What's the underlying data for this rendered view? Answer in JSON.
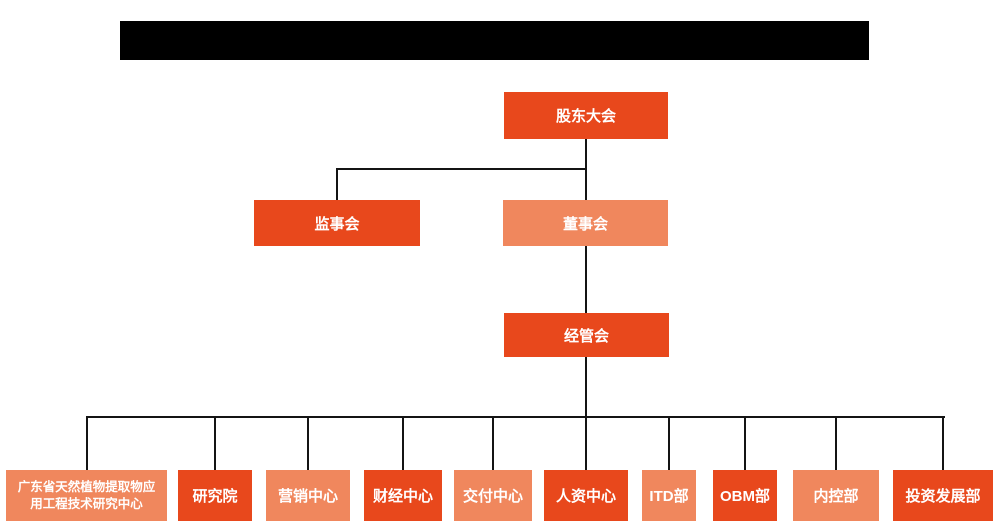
{
  "title_bar": {
    "redacted": true
  },
  "org": {
    "shareholders": {
      "label": "股东大会"
    },
    "supervisory": {
      "label": "监事会"
    },
    "board": {
      "label": "董事会"
    },
    "management": {
      "label": "经管会"
    }
  },
  "departments": {
    "items": [
      {
        "label": "广东省天然植物提取物应\n用工程技术研究中心",
        "tone": "light"
      },
      {
        "label": "研究院",
        "tone": "dark"
      },
      {
        "label": "营销中心",
        "tone": "light"
      },
      {
        "label": "财经中心",
        "tone": "dark"
      },
      {
        "label": "交付中心",
        "tone": "light"
      },
      {
        "label": "人资中心",
        "tone": "dark"
      },
      {
        "label": "ITD部",
        "tone": "light"
      },
      {
        "label": "OBM部",
        "tone": "dark"
      },
      {
        "label": "内控部",
        "tone": "light"
      },
      {
        "label": "投资发展部",
        "tone": "dark"
      }
    ]
  },
  "colors": {
    "primary": "#e8481c",
    "secondary": "#f0875d",
    "line": "#141414",
    "redacted": "#000000",
    "text": "#ffffff",
    "background": "#ffffff"
  },
  "chart_type": "org-chart"
}
